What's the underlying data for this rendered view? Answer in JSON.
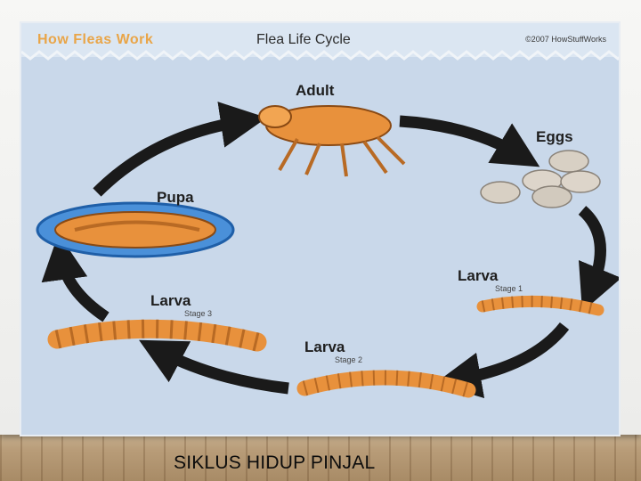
{
  "banner": {
    "title": "How Fleas Work",
    "subtitle": "Flea Life Cycle",
    "copyright": "©2007 HowStuffWorks"
  },
  "stages": {
    "adult": "Adult",
    "eggs": "Eggs",
    "larva1": {
      "label": "Larva",
      "stage": "Stage 1"
    },
    "larva2": {
      "label": "Larva",
      "stage": "Stage 2"
    },
    "larva3": {
      "label": "Larva",
      "stage": "Stage 3"
    },
    "pupa": "Pupa"
  },
  "caption": "SIKLUS HIDUP PINJAL",
  "colors": {
    "background": "#c9d8ea",
    "arrow": "#1a1a1a",
    "flea": "#e8913c",
    "egg": "#d8d0c4",
    "cocoon": "#4a90d9"
  }
}
